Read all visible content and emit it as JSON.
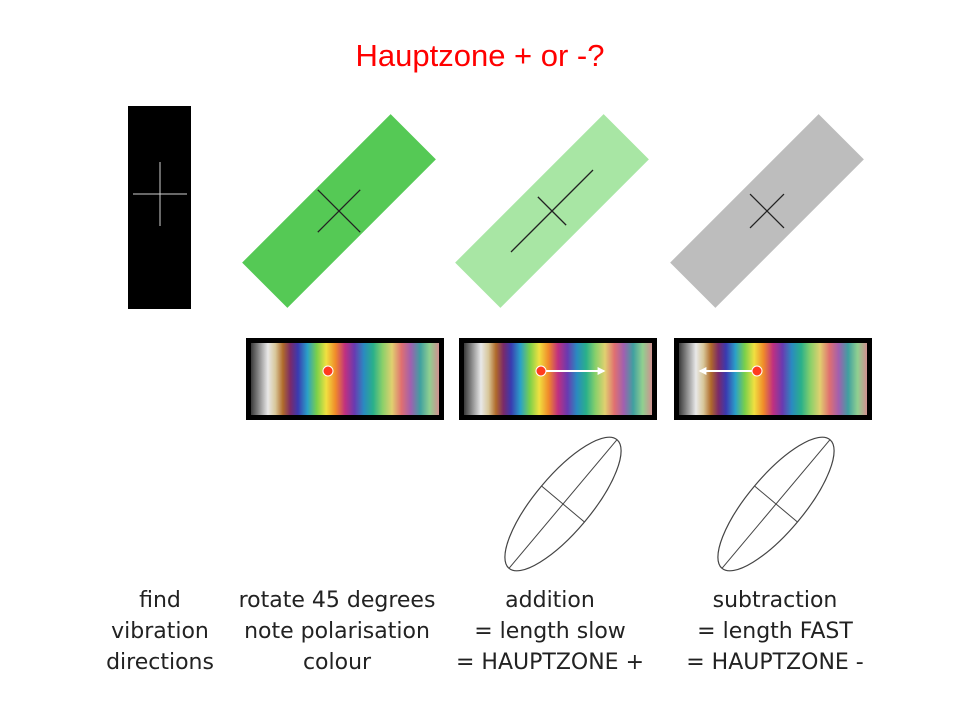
{
  "title": "Hauptzone + or -?",
  "colors": {
    "title": "#ff0000",
    "crystal_dark": "#000000",
    "crystal_green": "#55c955",
    "crystal_light_green": "#a8e6a4",
    "crystal_grey": "#bdbdbd",
    "marker": "#ff3b1f",
    "arrow": "#ffffff"
  },
  "panels": [
    {
      "caption": [
        "find",
        "vibration",
        "directions"
      ]
    },
    {
      "caption": [
        "rotate 45 degrees",
        "note polarisation",
        "colour"
      ]
    },
    {
      "caption": [
        "addition",
        "= length slow",
        "= HAUPTZONE +"
      ]
    },
    {
      "caption": [
        "subtraction",
        "= length FAST",
        "= HAUPTZONE -"
      ]
    }
  ]
}
